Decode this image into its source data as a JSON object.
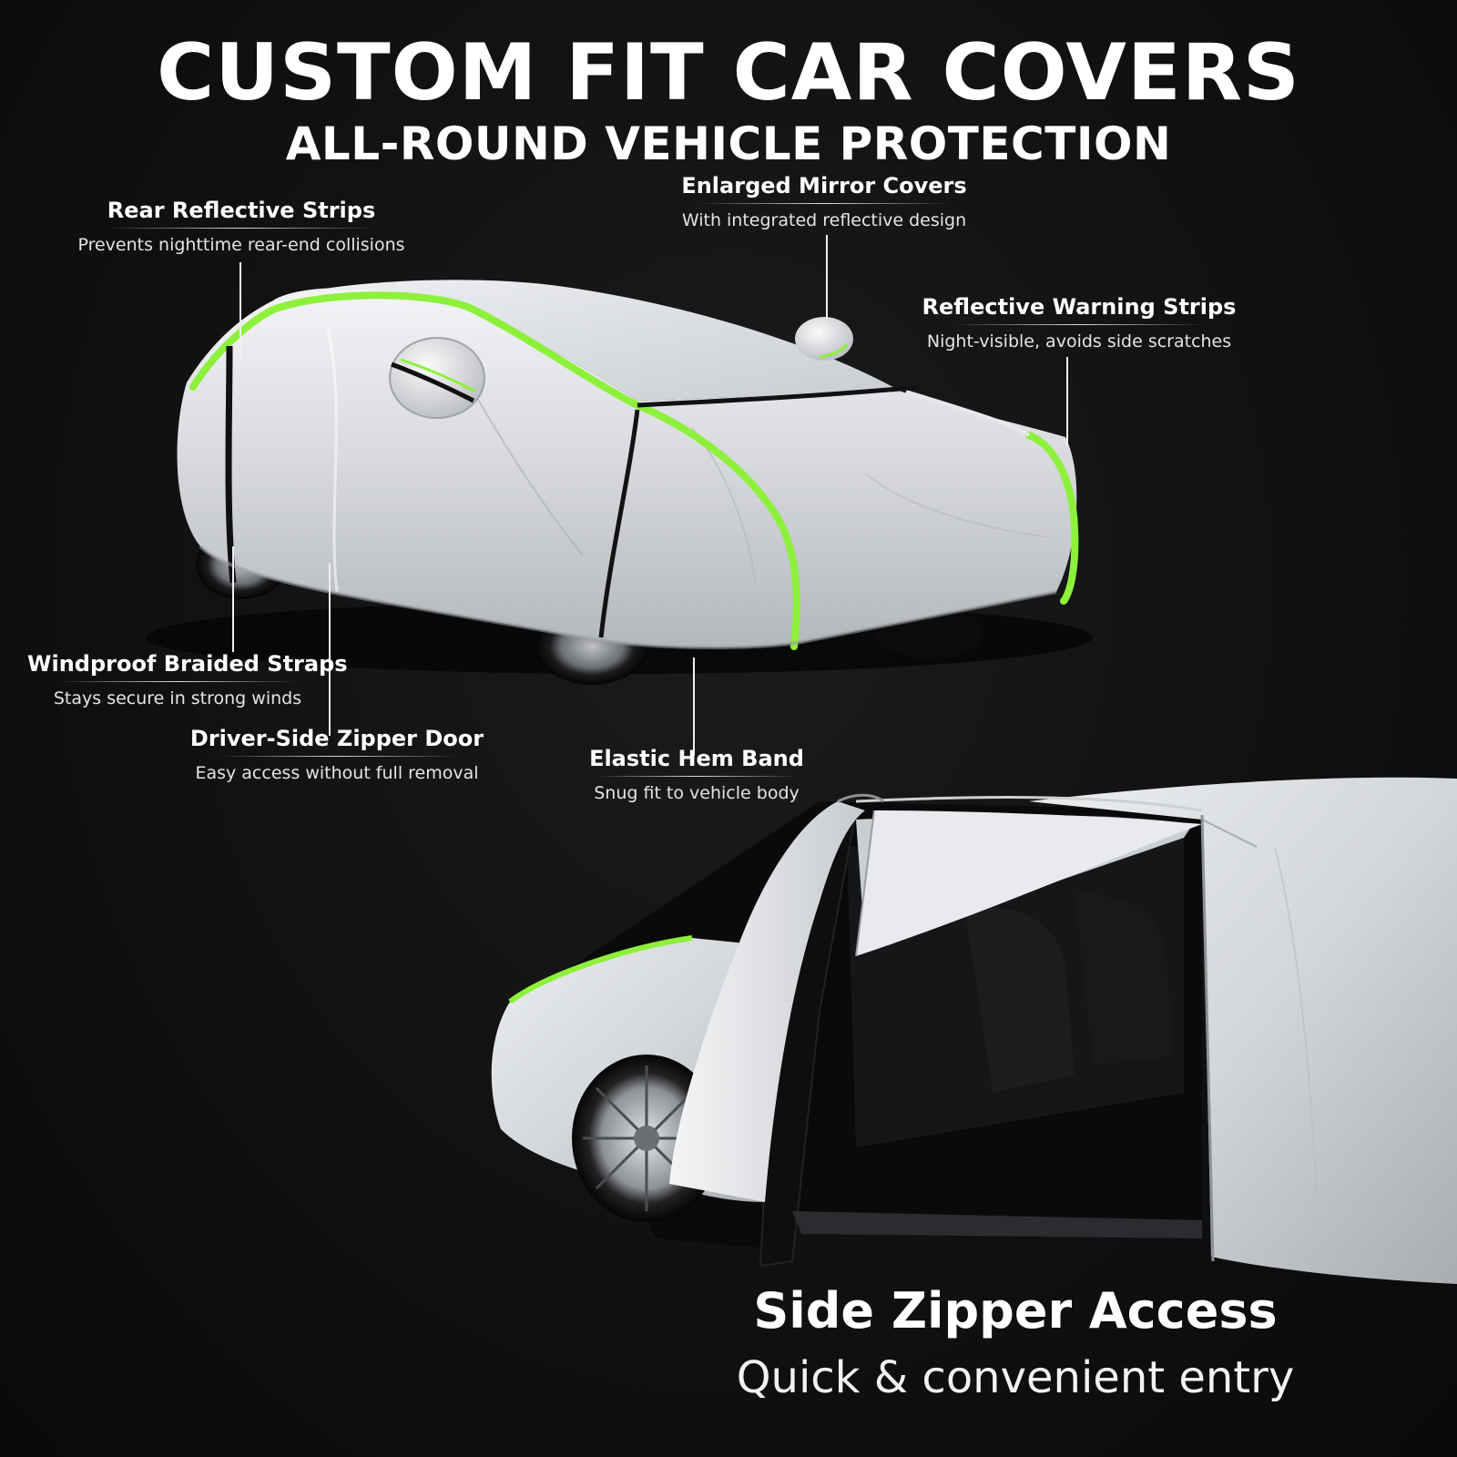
{
  "header": {
    "title": "CUSTOM FIT CAR COVERS",
    "subtitle": "ALL-ROUND VEHICLE PROTECTION"
  },
  "callouts": {
    "rear_reflective": {
      "title": "Rear Reflective Strips",
      "desc": "Prevents nighttime rear-end collisions"
    },
    "mirror_covers": {
      "title": "Enlarged Mirror Covers",
      "desc": "With integrated reflective design"
    },
    "warning_strips": {
      "title": "Reflective Warning Strips",
      "desc": "Night-visible, avoids side scratches"
    },
    "braided_straps": {
      "title": "Windproof Braided Straps",
      "desc": "Stays secure in strong winds"
    },
    "zipper_door": {
      "title": "Driver-Side Zipper Door",
      "desc": "Easy access without full removal"
    },
    "hem_band": {
      "title": "Elastic Hem Band",
      "desc": "Snug fit to vehicle body"
    }
  },
  "feature": {
    "title": "Side Zipper Access",
    "desc": "Quick & convenient entry"
  },
  "colors": {
    "background": "#111111",
    "text": "#ffffff",
    "cover_silver": "#d4d7dc",
    "reflective_green": "#8df03a",
    "strap_black": "#101010"
  },
  "images": {
    "top": "silver car cover with green reflective piping",
    "bottom": "car cover with side zipper door open showing interior"
  }
}
